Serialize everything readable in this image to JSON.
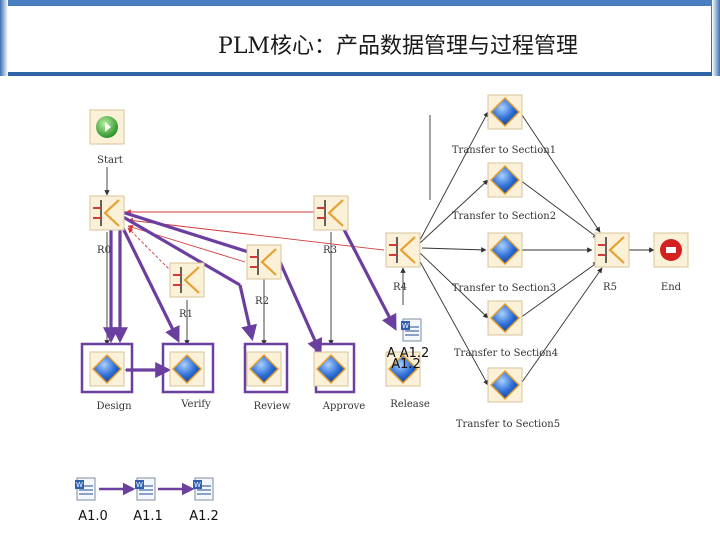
{
  "title": "PLM核心：产品数据管理与过程管理",
  "nodes": {
    "start": "Start",
    "end": "End",
    "r0": "R0",
    "r1": "R1",
    "r2": "R2",
    "r3": "R3",
    "r4": "R4",
    "r5": "R5",
    "design": "Design",
    "verify": "Verify",
    "review": "Review",
    "approve": "Approve",
    "release": "Release",
    "section1": "Transfer to Section1",
    "section2": "Transfer to Section2",
    "section3": "Transfer to Section3",
    "section4": "Transfer to Section4",
    "section5": "Transfer to Section5"
  },
  "release_doc": {
    "label_a": "A A1.2",
    "label_b": "A1.2"
  },
  "versions": [
    "A1.0",
    "A1.1",
    "A1.2"
  ],
  "colors": {
    "highlight": "#6b3fa0",
    "diamond": "#2f6fd6",
    "gate": "#e8a63a",
    "red_flow": "#d23a3a",
    "title_band": "#2f63a8"
  }
}
